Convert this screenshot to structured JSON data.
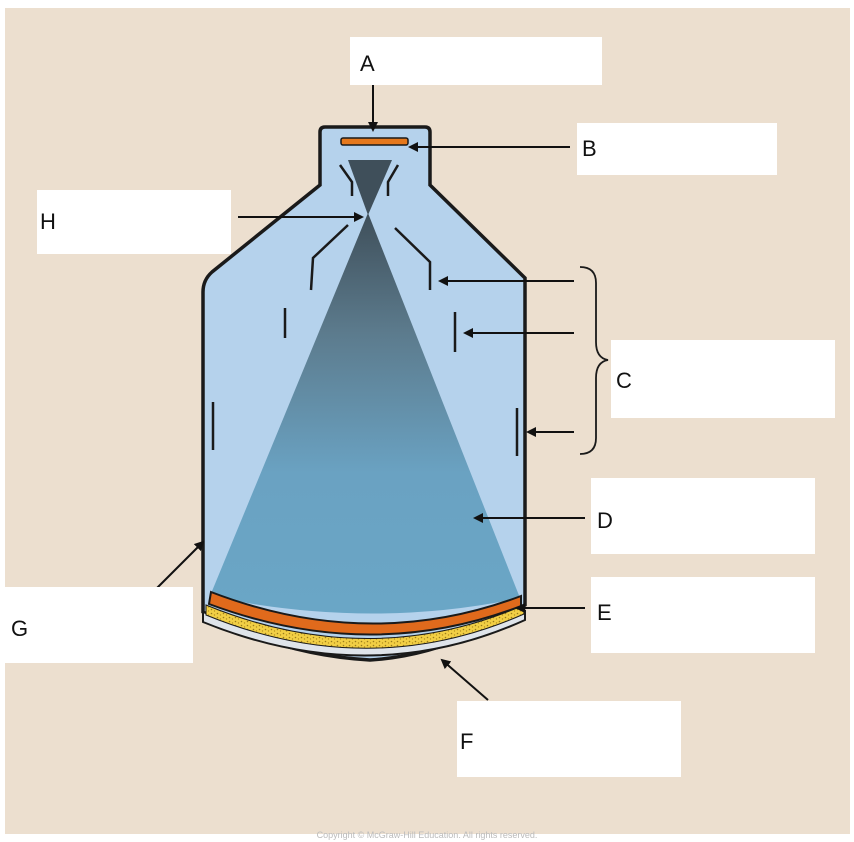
{
  "colors": {
    "background": "#ecdfcf",
    "tube_glass": "#b5d2ec",
    "beam": "#6aa6c6",
    "beam_top": "#3f4f5a",
    "screen_phosphor": "#e06a1c",
    "screen_crystal": "#f2cf45",
    "filament": "#e5781c",
    "outline": "#1a1a1a"
  },
  "labels": {
    "a": "A",
    "b": "B",
    "c": "C",
    "d": "D",
    "e": "E",
    "f": "F",
    "g": "G",
    "h": "H"
  },
  "copyright": "Copyright © McGraw-Hill Education. All rights reserved."
}
